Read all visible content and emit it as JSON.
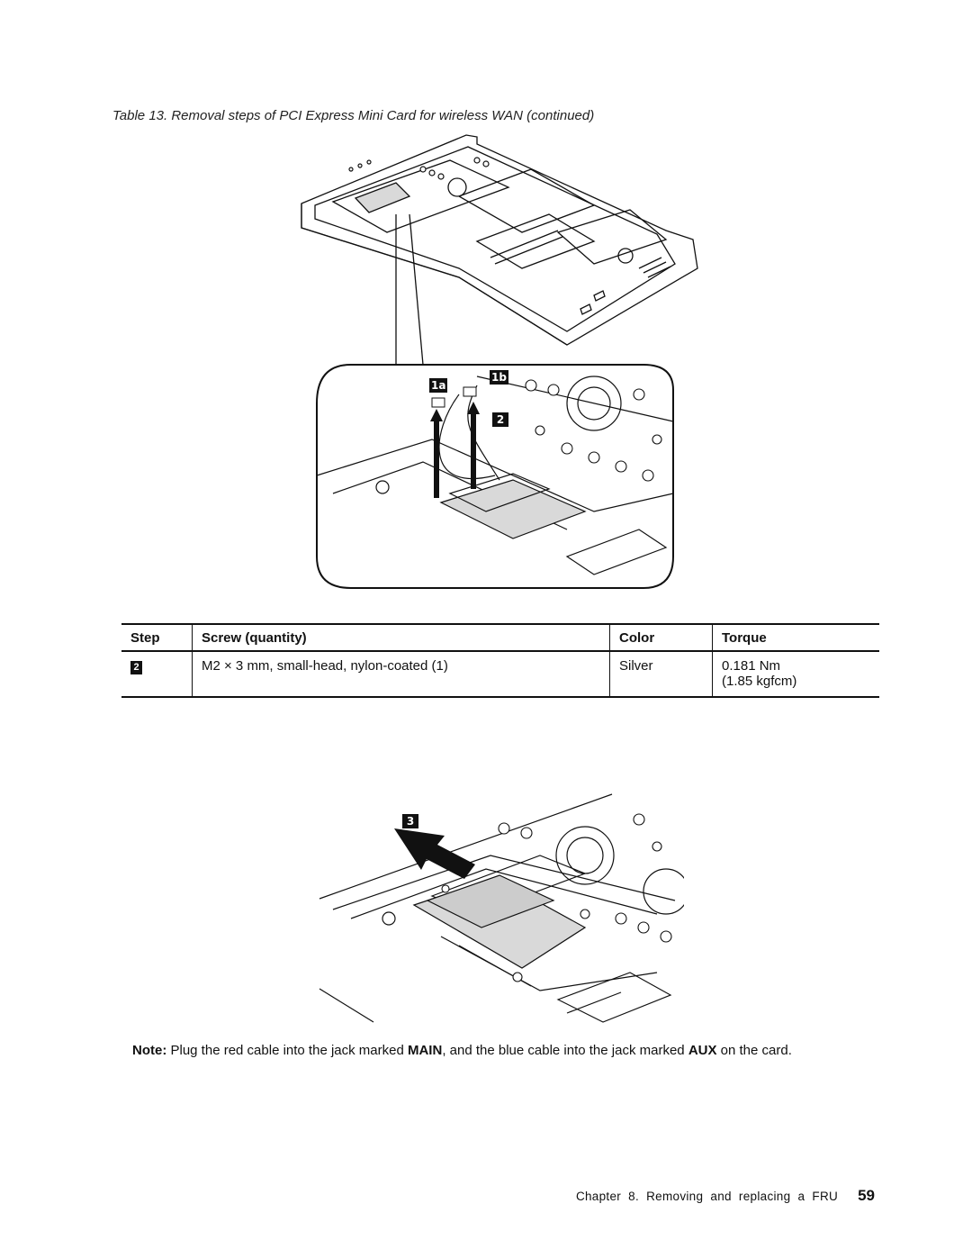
{
  "caption": "Table 13. Removal steps of PCI Express Mini Card for wireless WAN (continued)",
  "figure1": {
    "callouts": [
      "1a",
      "1b",
      "2"
    ]
  },
  "table": {
    "headers": [
      "Step",
      "Screw (quantity)",
      "Color",
      "Torque"
    ],
    "rows": [
      {
        "step": "2",
        "screw": "M2 × 3 mm, small-head, nylon-coated (1)",
        "color": "Silver",
        "torque_1": "0.181 Nm",
        "torque_2": "(1.85 kgfcm)"
      }
    ]
  },
  "figure2": {
    "callouts": [
      "3"
    ]
  },
  "note": {
    "label": "Note:",
    "t1": " Plug the red cable into the jack marked ",
    "main": "MAIN",
    "t2": ", and the blue cable into the jack marked ",
    "aux": "AUX",
    "t3": " on the card."
  },
  "footer": {
    "chapter": "Chapter  8.  Removing  and  replacing  a  FRU",
    "page": "59"
  },
  "colors": {
    "card_fill": "#d9d9d9",
    "ink": "#111111"
  }
}
